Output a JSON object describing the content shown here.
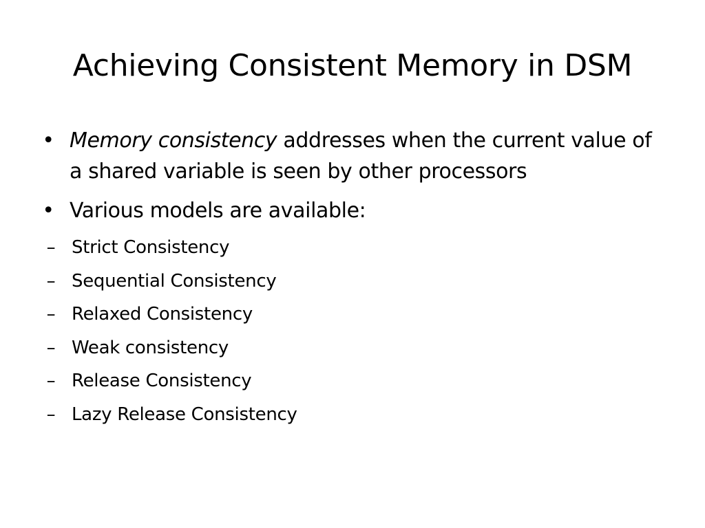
{
  "slide": {
    "title": "Achieving Consistent Memory in DSM",
    "bullets": [
      {
        "marker": "•",
        "emphasis": "Memory consistency",
        "text": " addresses when the current value of a shared variable is seen by other processors"
      },
      {
        "marker": "•",
        "text": "Various models are available:",
        "subitems": [
          {
            "marker": "–",
            "text": "Strict Consistency"
          },
          {
            "marker": "–",
            "text": "Sequential Consistency"
          },
          {
            "marker": "–",
            "text": "Relaxed Consistency"
          },
          {
            "marker": "–",
            "text": "Weak consistency"
          },
          {
            "marker": "–",
            "text": "Release Consistency"
          },
          {
            "marker": "–",
            "text": "Lazy Release Consistency"
          }
        ]
      }
    ]
  }
}
